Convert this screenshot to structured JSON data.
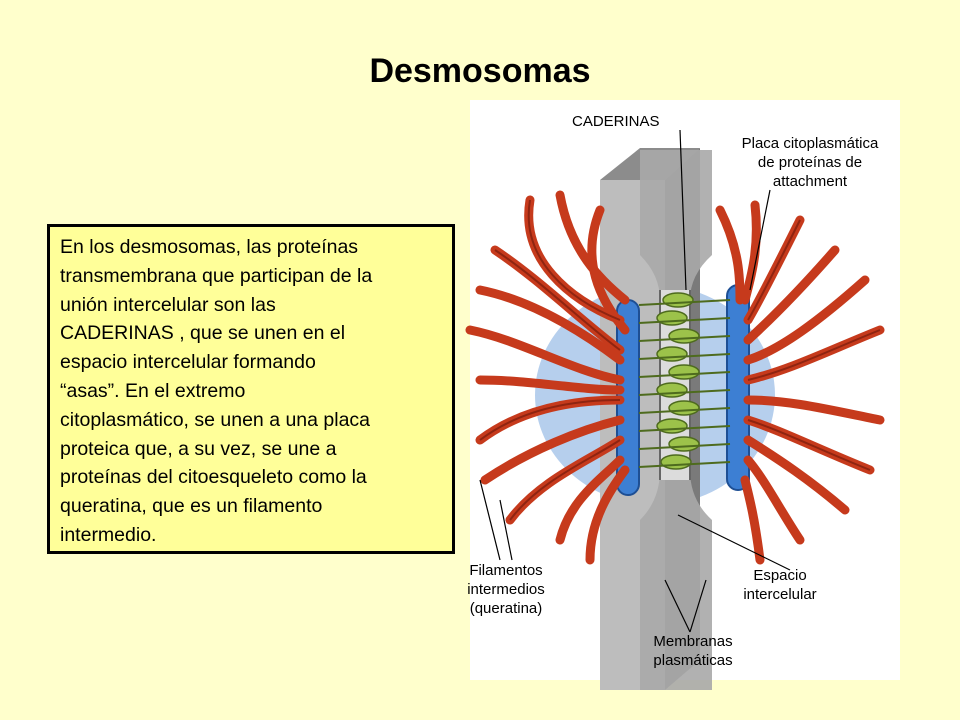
{
  "title": "Desmosomas",
  "info_lines": [
    "En los desmosomas, las proteínas",
    "transmembrana que participan de la",
    "unión intercelular son las",
    "CADERINAS , que se unen en el",
    "espacio intercelular formando",
    "“asas”.  En el extremo",
    "citoplasmático, se unen a una placa",
    "proteica que, a su vez, se une a",
    "proteínas del citoesqueleto como la",
    "queratina, que es un filamento",
    "intermedio."
  ],
  "labels": {
    "caderinas": "CADERINAS",
    "placa": [
      "Placa citoplasmática",
      "de proteínas de",
      "attachment"
    ],
    "filamentos": [
      "Filamentos",
      "intermedios",
      "(queratina)"
    ],
    "espacio": [
      "Espacio",
      "intercelular"
    ],
    "membranas": [
      "Membranas",
      "plasmáticas"
    ]
  },
  "colors": {
    "background": "#ffffcc",
    "info_box": "#ffff99",
    "membrane": "#bdbdbd",
    "plaque": "#3d7fd3",
    "filament": "#c63a1c",
    "cadherin": "#9cc24a"
  }
}
